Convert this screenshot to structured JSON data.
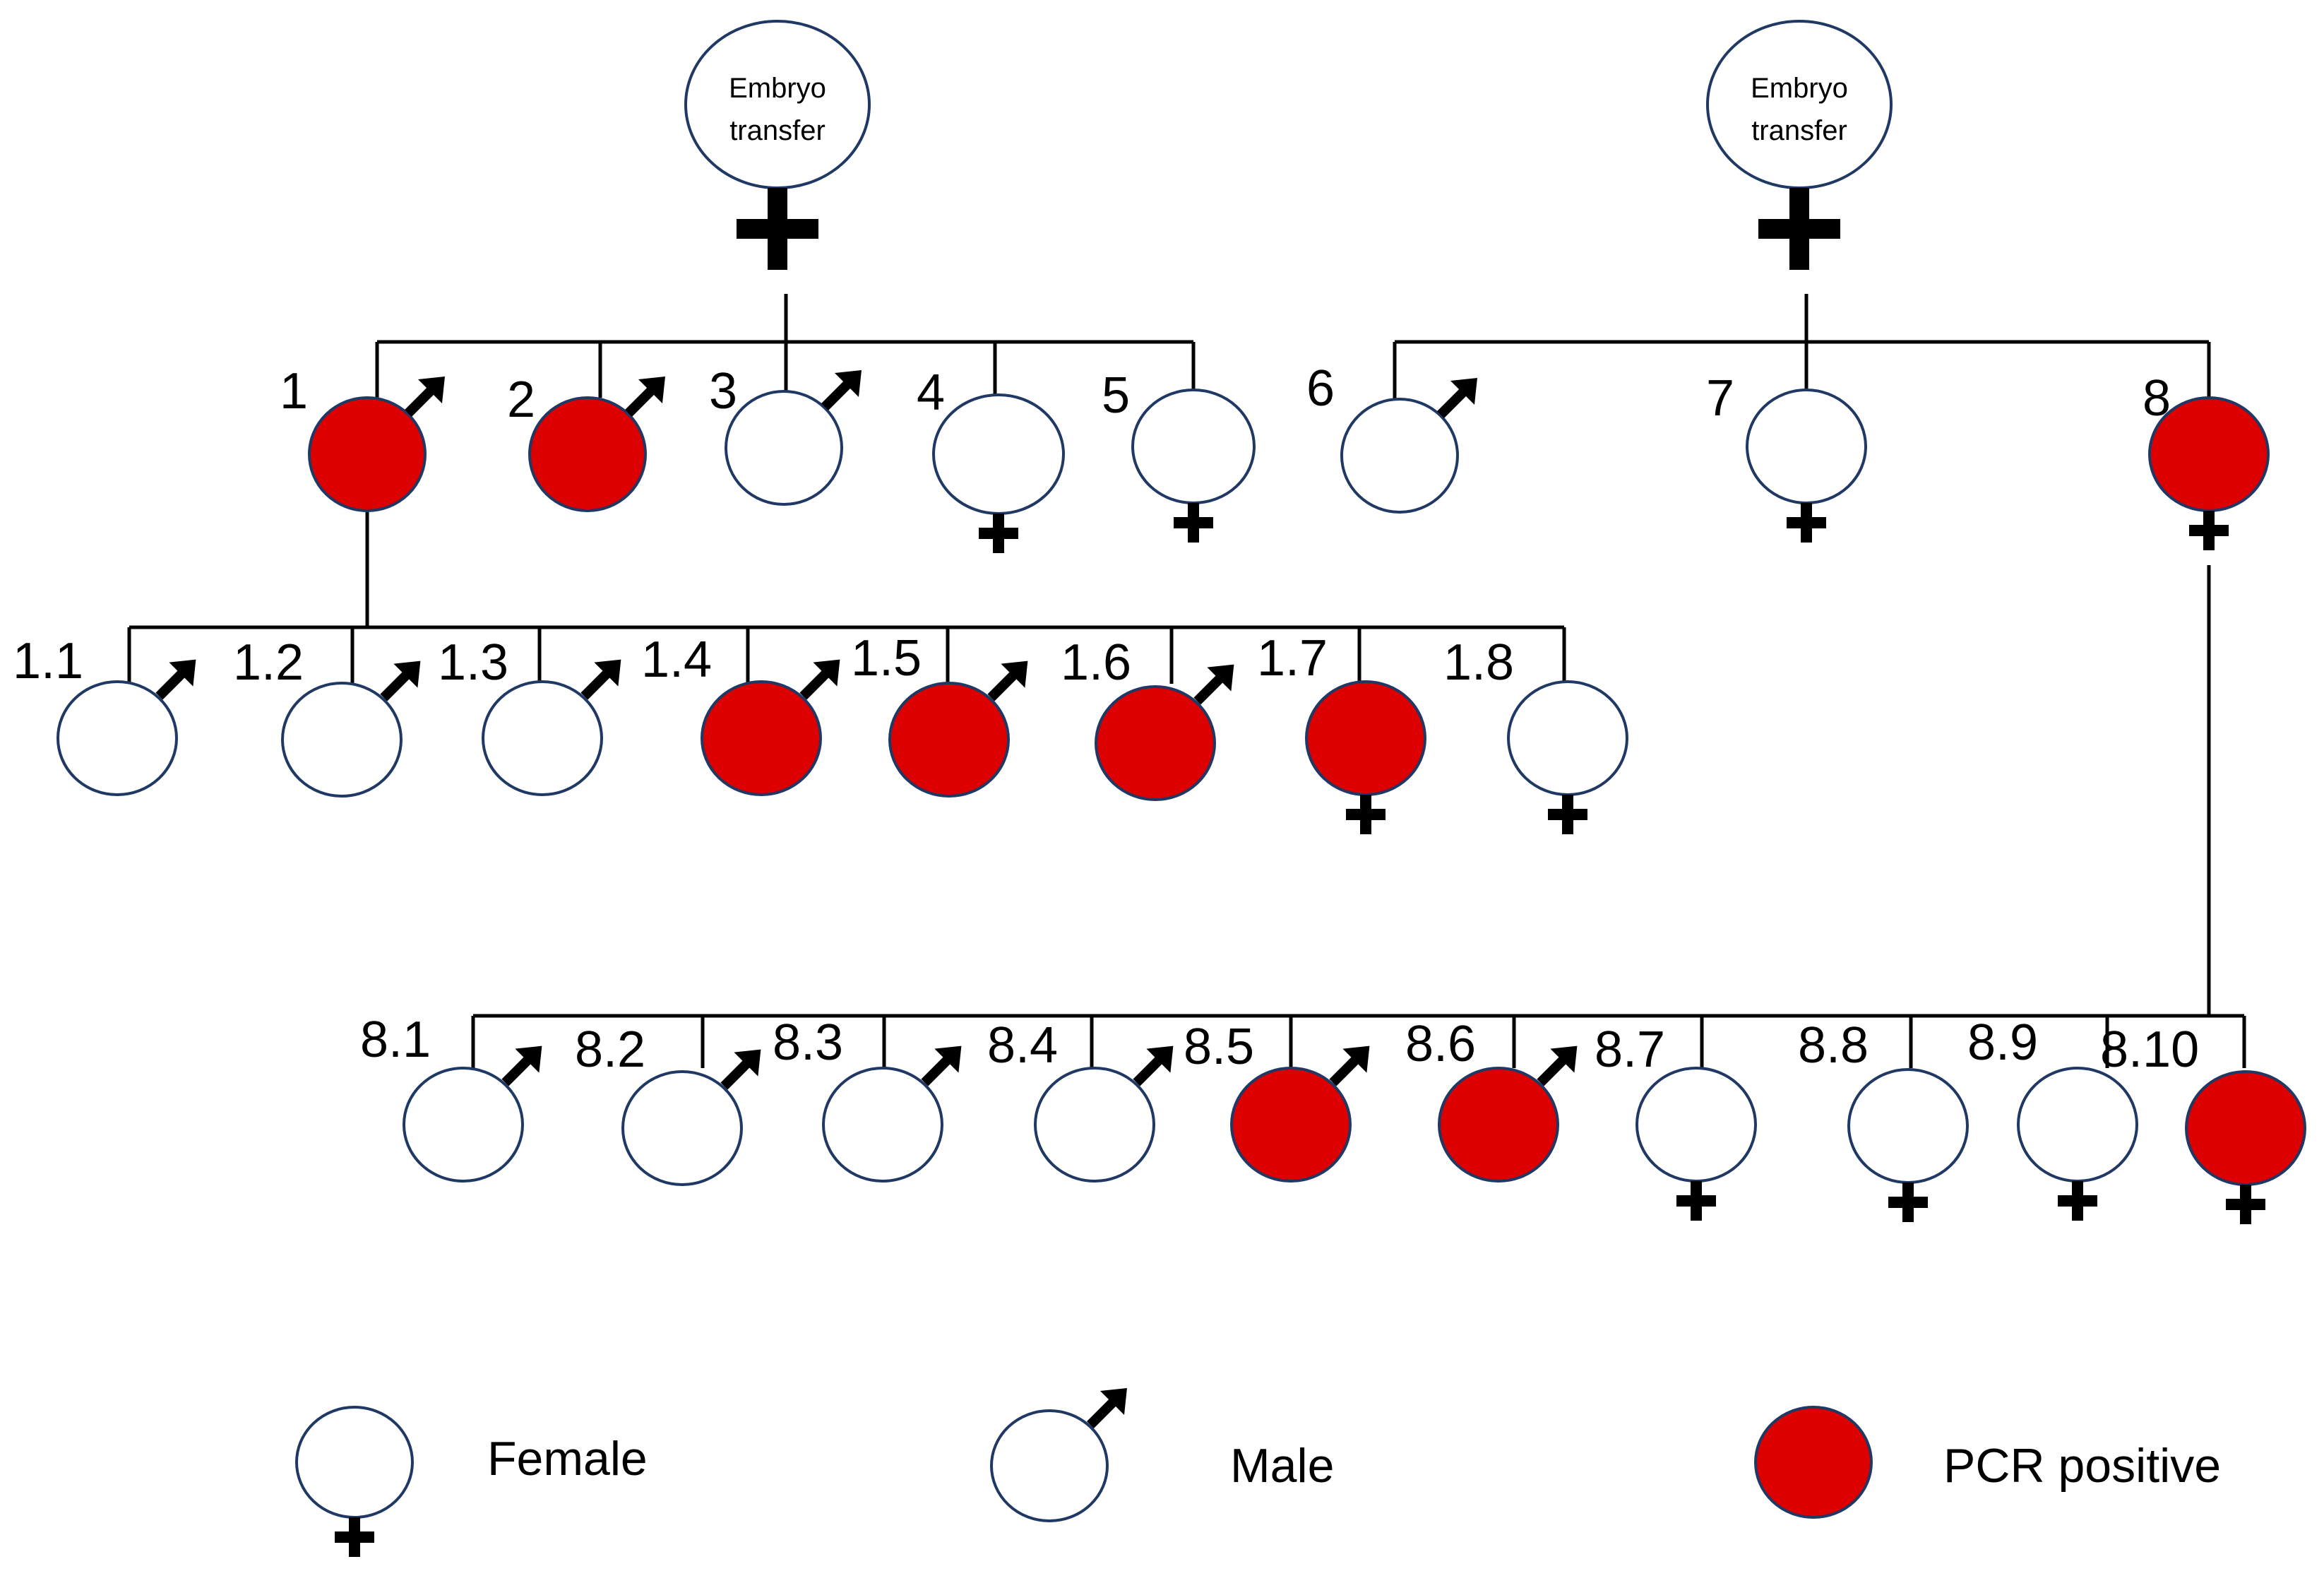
{
  "colors": {
    "pcr_positive": "#DD0000",
    "negative": "#FFFFFF",
    "outline": "#1F3864",
    "symbol": "#000000"
  },
  "founders": [
    {
      "id": "left-founder",
      "label_line1": "Embryo",
      "label_line2": "transfer",
      "sex": "female"
    },
    {
      "id": "right-founder",
      "label_line1": "Embryo",
      "label_line2": "transfer",
      "sex": "female"
    }
  ],
  "generation1": [
    {
      "label": "1",
      "sex": "male",
      "pcr": true
    },
    {
      "label": "2",
      "sex": "male",
      "pcr": true
    },
    {
      "label": "3",
      "sex": "male",
      "pcr": false
    },
    {
      "label": "4",
      "sex": "female",
      "pcr": false
    },
    {
      "label": "5",
      "sex": "female",
      "pcr": false
    },
    {
      "label": "6",
      "sex": "male",
      "pcr": false
    },
    {
      "label": "7",
      "sex": "female",
      "pcr": false
    },
    {
      "label": "8",
      "sex": "female",
      "pcr": true
    }
  ],
  "offspring_of_1": [
    {
      "label": "1.1",
      "sex": "male",
      "pcr": false
    },
    {
      "label": "1.2",
      "sex": "male",
      "pcr": false
    },
    {
      "label": "1.3",
      "sex": "male",
      "pcr": false
    },
    {
      "label": "1.4",
      "sex": "male",
      "pcr": true
    },
    {
      "label": "1.5",
      "sex": "male",
      "pcr": true
    },
    {
      "label": "1.6",
      "sex": "male",
      "pcr": true
    },
    {
      "label": "1.7",
      "sex": "female",
      "pcr": true
    },
    {
      "label": "1.8",
      "sex": "female",
      "pcr": false
    }
  ],
  "offspring_of_8": [
    {
      "label": "8.1",
      "sex": "male",
      "pcr": false
    },
    {
      "label": "8.2",
      "sex": "male",
      "pcr": false
    },
    {
      "label": "8.3",
      "sex": "male",
      "pcr": false
    },
    {
      "label": "8.4",
      "sex": "male",
      "pcr": false
    },
    {
      "label": "8.5",
      "sex": "male",
      "pcr": true
    },
    {
      "label": "8.6",
      "sex": "male",
      "pcr": true
    },
    {
      "label": "8.7",
      "sex": "female",
      "pcr": false
    },
    {
      "label": "8.8",
      "sex": "female",
      "pcr": false
    },
    {
      "label": "8.9",
      "sex": "female",
      "pcr": false
    },
    {
      "label": "8.10",
      "sex": "female",
      "pcr": true
    }
  ],
  "legend": {
    "female": "Female",
    "male": "Male",
    "pcr_positive": "PCR positive"
  }
}
